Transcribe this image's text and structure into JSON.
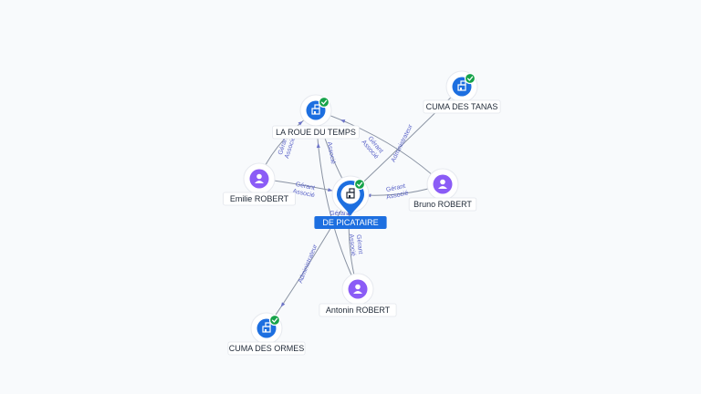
{
  "colors": {
    "company": "#1d6fe0",
    "person": "#8b5cf6",
    "verified": "#16a34a",
    "edge": "#8a93a3",
    "edge_label": "#5b64c8"
  },
  "icons": {
    "company": "building-icon",
    "person": "person-icon",
    "verified": "check-icon",
    "central": "map-pin-icon"
  },
  "nodes": [
    {
      "id": "picataire",
      "label": "DE PICATAIRE",
      "type": "company",
      "central": true,
      "verified": true
    },
    {
      "id": "roue",
      "label": "LA ROUE DU TEMPS",
      "type": "company",
      "verified": true
    },
    {
      "id": "tanas",
      "label": "CUMA DES TANAS",
      "type": "company",
      "verified": true
    },
    {
      "id": "ormes",
      "label": "CUMA DES ORMES",
      "type": "company",
      "verified": true
    },
    {
      "id": "emilie",
      "label": "Emilie ROBERT",
      "type": "person"
    },
    {
      "id": "bruno",
      "label": "Bruno ROBERT",
      "type": "person"
    },
    {
      "id": "antonin",
      "label": "Antonin ROBERT",
      "type": "person"
    }
  ],
  "edges": [
    {
      "from": "emilie",
      "to": "picataire",
      "labels": [
        "Gérant",
        "Associé"
      ]
    },
    {
      "from": "bruno",
      "to": "picataire",
      "labels": [
        "Gérant",
        "Associé"
      ]
    },
    {
      "from": "antonin",
      "to": "picataire",
      "labels": [
        "Gérant",
        "Associé"
      ]
    },
    {
      "from": "roue",
      "to": "picataire",
      "labels": [
        "Associé"
      ]
    },
    {
      "from": "picataire",
      "to": "tanas",
      "labels": [
        "Administrateur"
      ]
    },
    {
      "from": "picataire",
      "to": "ormes",
      "labels": [
        "Administrateur"
      ]
    },
    {
      "from": "emilie",
      "to": "roue",
      "labels": [
        "Gérant",
        "Associé"
      ]
    },
    {
      "from": "bruno",
      "to": "roue",
      "labels": [
        "Gérant",
        "Associé"
      ]
    },
    {
      "from": "antonin",
      "to": "roue",
      "labels": [
        "Gérant",
        "Associé"
      ]
    }
  ]
}
